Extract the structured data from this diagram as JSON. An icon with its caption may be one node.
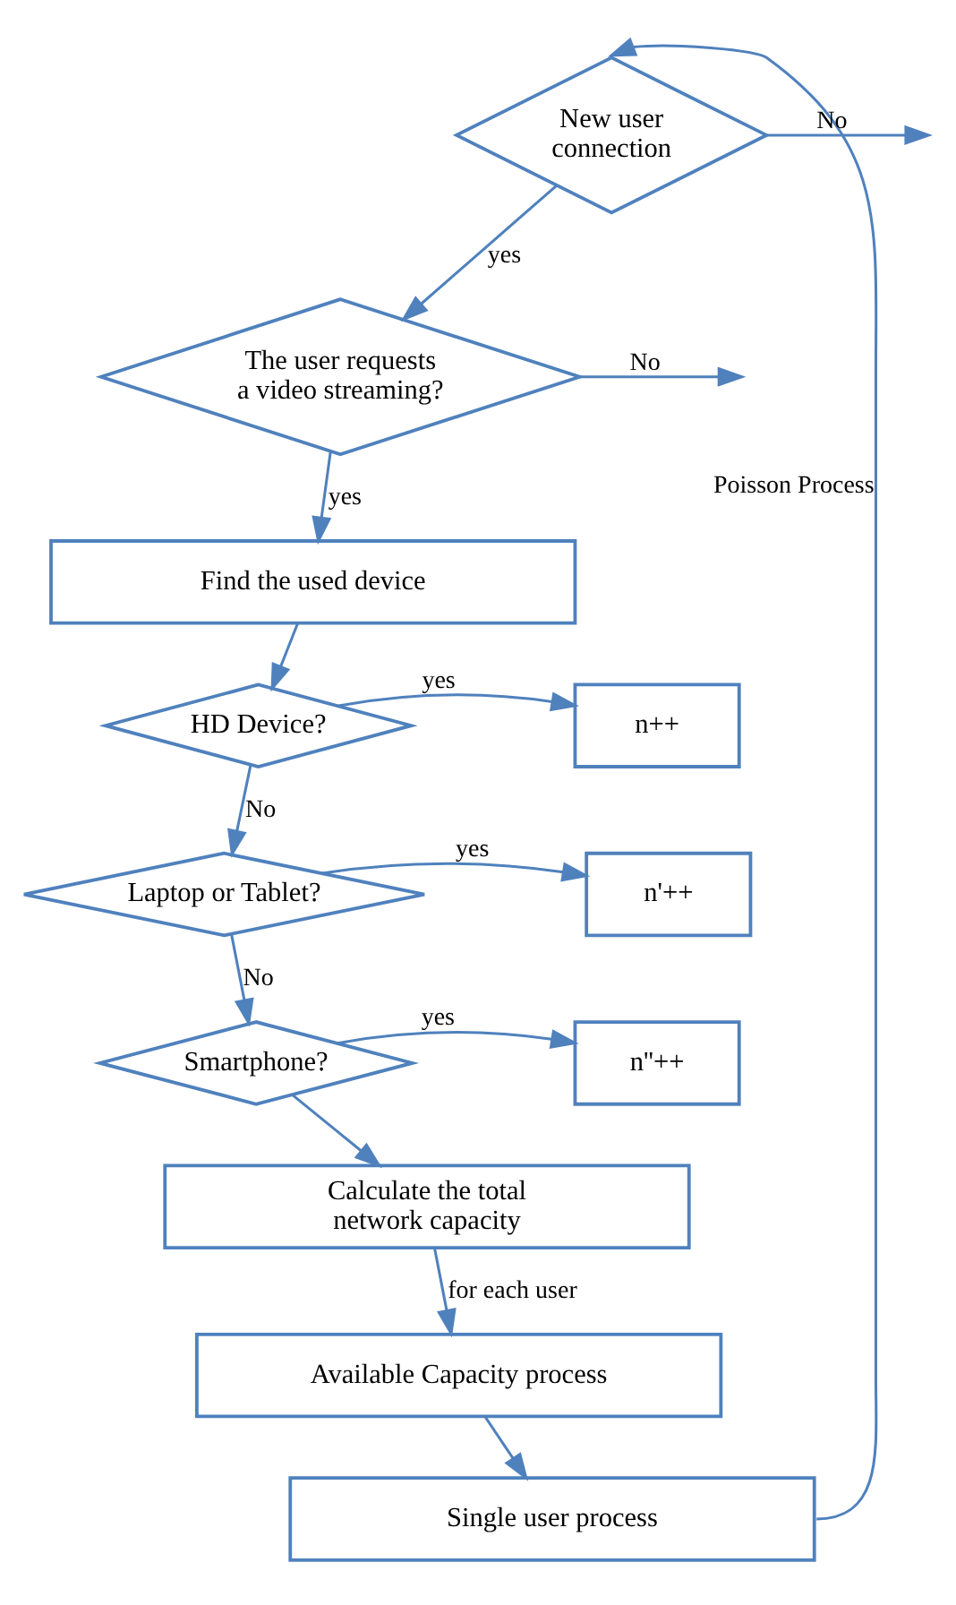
{
  "diagram": {
    "nodes": [
      {
        "text": [
          "New user connection"
        ]
      },
      {
        "text": [
          "The user requests a video streaming?"
        ]
      },
      {
        "text": [
          "Find the used device"
        ]
      },
      {
        "text": [
          "HD Device?"
        ]
      },
      {
        "text": [
          "n++"
        ]
      },
      {
        "text": [
          "Laptop or Tablet?"
        ]
      },
      {
        "text": [
          "n'++"
        ]
      },
      {
        "text": [
          "Smartphone?"
        ]
      },
      {
        "text": [
          "n''++"
        ]
      },
      {
        "text": [
          "Calculate the total network capacity"
        ]
      },
      {
        "text": [
          "Available Capacity process"
        ]
      },
      {
        "text": [
          "Single user process"
        ]
      }
    ],
    "edges": [
      {
        "from": 11,
        "to": 0,
        "arrow": "to",
        "label": "Poisson Process"
      },
      {
        "from": 0,
        "to": 1,
        "arrow": "to",
        "label": "yes"
      },
      {
        "from": 0,
        "to": null,
        "arrow": "to",
        "label": "No"
      },
      {
        "from": 1,
        "to": 2,
        "arrow": "to",
        "label": "yes"
      },
      {
        "from": 1,
        "to": null,
        "arrow": "to",
        "label": "No"
      },
      {
        "from": 2,
        "to": 3,
        "arrow": "to"
      },
      {
        "from": 3,
        "to": 4,
        "arrow": "to",
        "label": "yes"
      },
      {
        "from": 3,
        "to": 5,
        "arrow": "to",
        "label": "No"
      },
      {
        "from": 5,
        "to": 6,
        "arrow": "to",
        "label": "yes"
      },
      {
        "from": 5,
        "to": 7,
        "arrow": "to",
        "label": "No"
      },
      {
        "from": 7,
        "to": 8,
        "arrow": "to",
        "label": "yes"
      },
      {
        "from": 7,
        "to": 9,
        "arrow": "to"
      },
      {
        "from": 9,
        "to": 10,
        "arrow": "to",
        "label": "for each user"
      },
      {
        "from": 10,
        "to": 11,
        "arrow": "to"
      }
    ]
  }
}
